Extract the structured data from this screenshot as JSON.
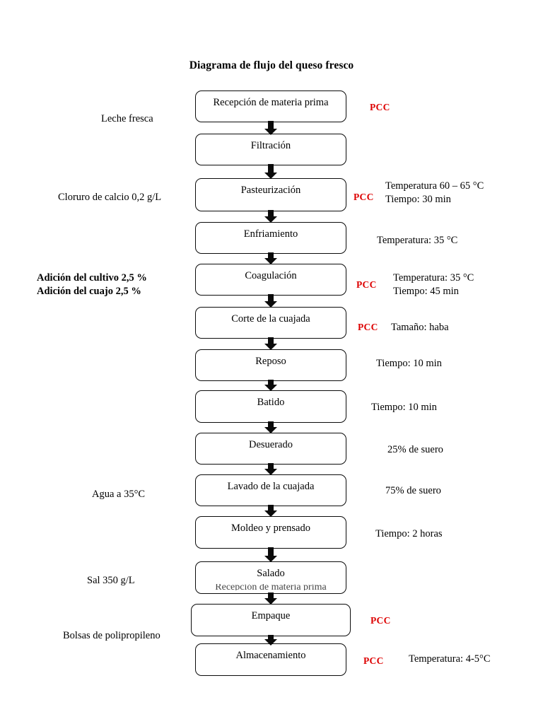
{
  "title": "Diagrama de flujo del queso fresco",
  "colors": {
    "pcc_red": "#dd0000",
    "box_border": "#0b0b0b",
    "text": "#000000",
    "background": "#ffffff"
  },
  "diagram": {
    "type": "process-flowchart",
    "orientation": "vertical",
    "step_count": 14,
    "steps": [
      {
        "index": 1,
        "label": "Recepción de materia prima",
        "input": "Leche fresca",
        "pcc": "PCC",
        "params": ""
      },
      {
        "index": 2,
        "label": "Filtración",
        "input": "",
        "pcc": "",
        "params": ""
      },
      {
        "index": 3,
        "label": "Pasteurización",
        "input": "Cloruro de calcio 0,2 g/L",
        "pcc": "PCC",
        "params": "Temperatura 60 – 65 °C\nTiempo: 30 min"
      },
      {
        "index": 4,
        "label": "Enfriamiento",
        "input": "",
        "pcc": "",
        "params": "Temperatura: 35 °C"
      },
      {
        "index": 5,
        "label": "Coagulación",
        "input": "Adición del cultivo 2,5 %\nAdición del cuajo 2,5 %",
        "pcc": "PCC",
        "params": "Temperatura: 35 °C\nTiempo: 45 min"
      },
      {
        "index": 6,
        "label": "Corte de la cuajada",
        "input": "",
        "pcc": "PCC",
        "params": "Tamaño: haba"
      },
      {
        "index": 7,
        "label": "Reposo",
        "input": "",
        "pcc": "",
        "params": "Tiempo: 10 min"
      },
      {
        "index": 8,
        "label": "Batido",
        "input": "",
        "pcc": "",
        "params": "Tiempo: 10 min"
      },
      {
        "index": 9,
        "label": "Desuerado",
        "input": "",
        "pcc": "",
        "params": "25% de suero"
      },
      {
        "index": 10,
        "label": "Lavado de la cuajada",
        "input": "Agua a 35°C",
        "pcc": "",
        "params": "75% de suero"
      },
      {
        "index": 11,
        "label": "Moldeo y prensado",
        "input": "",
        "pcc": "",
        "params": "Tiempo: 2 horas"
      },
      {
        "index": 12,
        "label": "Salado",
        "input": "Sal 350 g/L",
        "pcc": "",
        "params": "",
        "clipped_artifact": "Recepción de materia prima"
      },
      {
        "index": 13,
        "label": "Empaque",
        "input": "Bolsas de polipropileno",
        "pcc": "PCC",
        "params": ""
      },
      {
        "index": 14,
        "label": "Almacenamiento",
        "input": "",
        "pcc": "PCC",
        "params": "Temperatura: 4-5°C"
      }
    ]
  }
}
